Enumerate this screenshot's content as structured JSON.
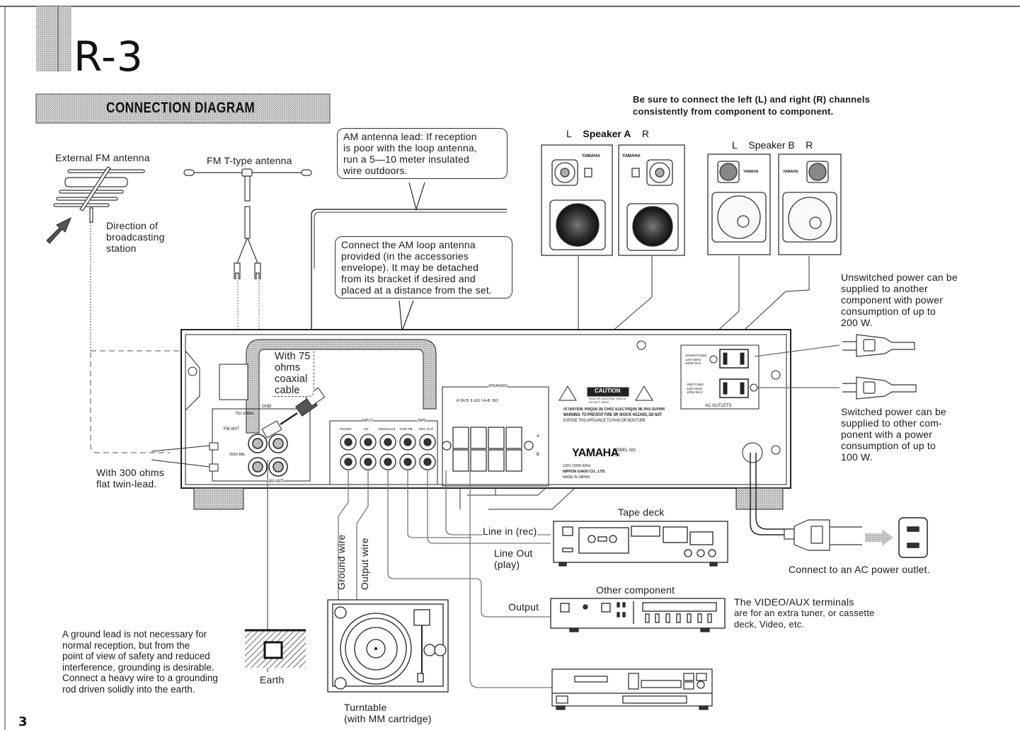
{
  "page": {
    "model_title": "R-3",
    "section_title": "CONNECTION DIAGRAM",
    "page_number": "3"
  },
  "notes": {
    "channels": [
      "Be sure to connect the left (L) and right (R) channels",
      "consistently from component to component."
    ],
    "am_lead": [
      "AM antenna lead: If reception",
      "is poor with the loop antenna,",
      "run a 5—10 meter insulated",
      "wire outdoors."
    ],
    "am_loop": [
      "Connect the AM loop antenna",
      "provided (in the accessories",
      "envelope). It may be detached",
      "from its bracket if desired and",
      "placed at a distance from the set."
    ],
    "coaxial": [
      "With 75",
      "ohms",
      "coaxial",
      "cable"
    ],
    "twin_lead": [
      "With 300 ohms",
      "flat twin-lead."
    ],
    "unswitched": [
      "Unswitched power can be",
      "supplied to another",
      "component with power",
      "consumption of up to",
      "200 W."
    ],
    "switched": [
      "Switched power can be",
      "supplied to other com-",
      "ponent with a power",
      "consumption of up to",
      "100 W."
    ],
    "ground": [
      "A ground lead is not necessary for",
      "normal reception, but from the",
      "point of view of safety and reduced",
      "interference, grounding is desirable.",
      "Connect a heavy wire to a grounding",
      "rod driven solidly into the earth."
    ],
    "video_aux": [
      "The VIDEO/AUX terminals",
      "are for an extra tuner, or cassette",
      "deck, Video, etc."
    ],
    "ac_outlet": "Connect to an AC power outlet."
  },
  "labels": {
    "external_fm": "External FM antenna",
    "fm_t_type": "FM T-type antenna",
    "direction": [
      "Direction of",
      "broadcasting",
      "station"
    ],
    "speaker_a": {
      "left": "L",
      "name": "Speaker A",
      "right": "R"
    },
    "speaker_b": {
      "left": "L",
      "name": "Speaker B",
      "right": "R"
    },
    "speaker_brand": "YAMAHA",
    "tape_deck": "Tape deck",
    "line_in": "Line in (rec)",
    "line_out": [
      "Line Out",
      "(play)"
    ],
    "other_component": "Other component",
    "output": "Output",
    "ground_wire": "Ground wire",
    "output_wire": "Output wire",
    "turntable": [
      "Turntable",
      "(with MM cartridge)"
    ],
    "earth": "Earth"
  },
  "receiver_panel": {
    "gnd": "GND",
    "fm_ant": "FM ANT",
    "am_ant": "AM ANT",
    "ohm75": "75Ω UNBAL",
    "ohm300": "300Ω BAL",
    "input_group": "INPUT",
    "tape_group": "TAPE",
    "inputs": [
      "PHONO",
      "CD",
      "VIDEO/AUX",
      "TAPE PB",
      "REC OUT"
    ],
    "speakers_group": "SPEAKERS",
    "speaker_note": "A OR B: 8-16Ω / A+B: 16Ω",
    "spk_a": "A",
    "spk_b": "B",
    "caution": "CAUTION",
    "caution_sub": [
      "RISK OF ELECTRIC SHOCK",
      "DO NOT OPEN"
    ],
    "attention": "ATTENTION: RISQUE DE CHOC ELECTRIQUE NE PAS OUVRIR",
    "warning": "WARNING: TO PREVENT FIRE OR SHOCK HAZARD, DO NOT",
    "warning2": "EXPOSE THIS APPLIANCE TO RAIN OR MOISTURE",
    "brand": "YAMAHA",
    "model_no": "MODEL NO.",
    "model": "R-3",
    "rating": "120V 150W 60Hz",
    "maker": "NIPPON GAKKI CO., LTD.",
    "origin": "MADE IN JAPAN",
    "ac_outlets": "AC OUTLETS",
    "unswitched_rating": [
      "UNSWITCHED",
      "120V 60Hz",
      "200W MAX"
    ],
    "switched_rating": [
      "SWITCHED",
      "120V 60Hz",
      "100W MAX"
    ]
  }
}
